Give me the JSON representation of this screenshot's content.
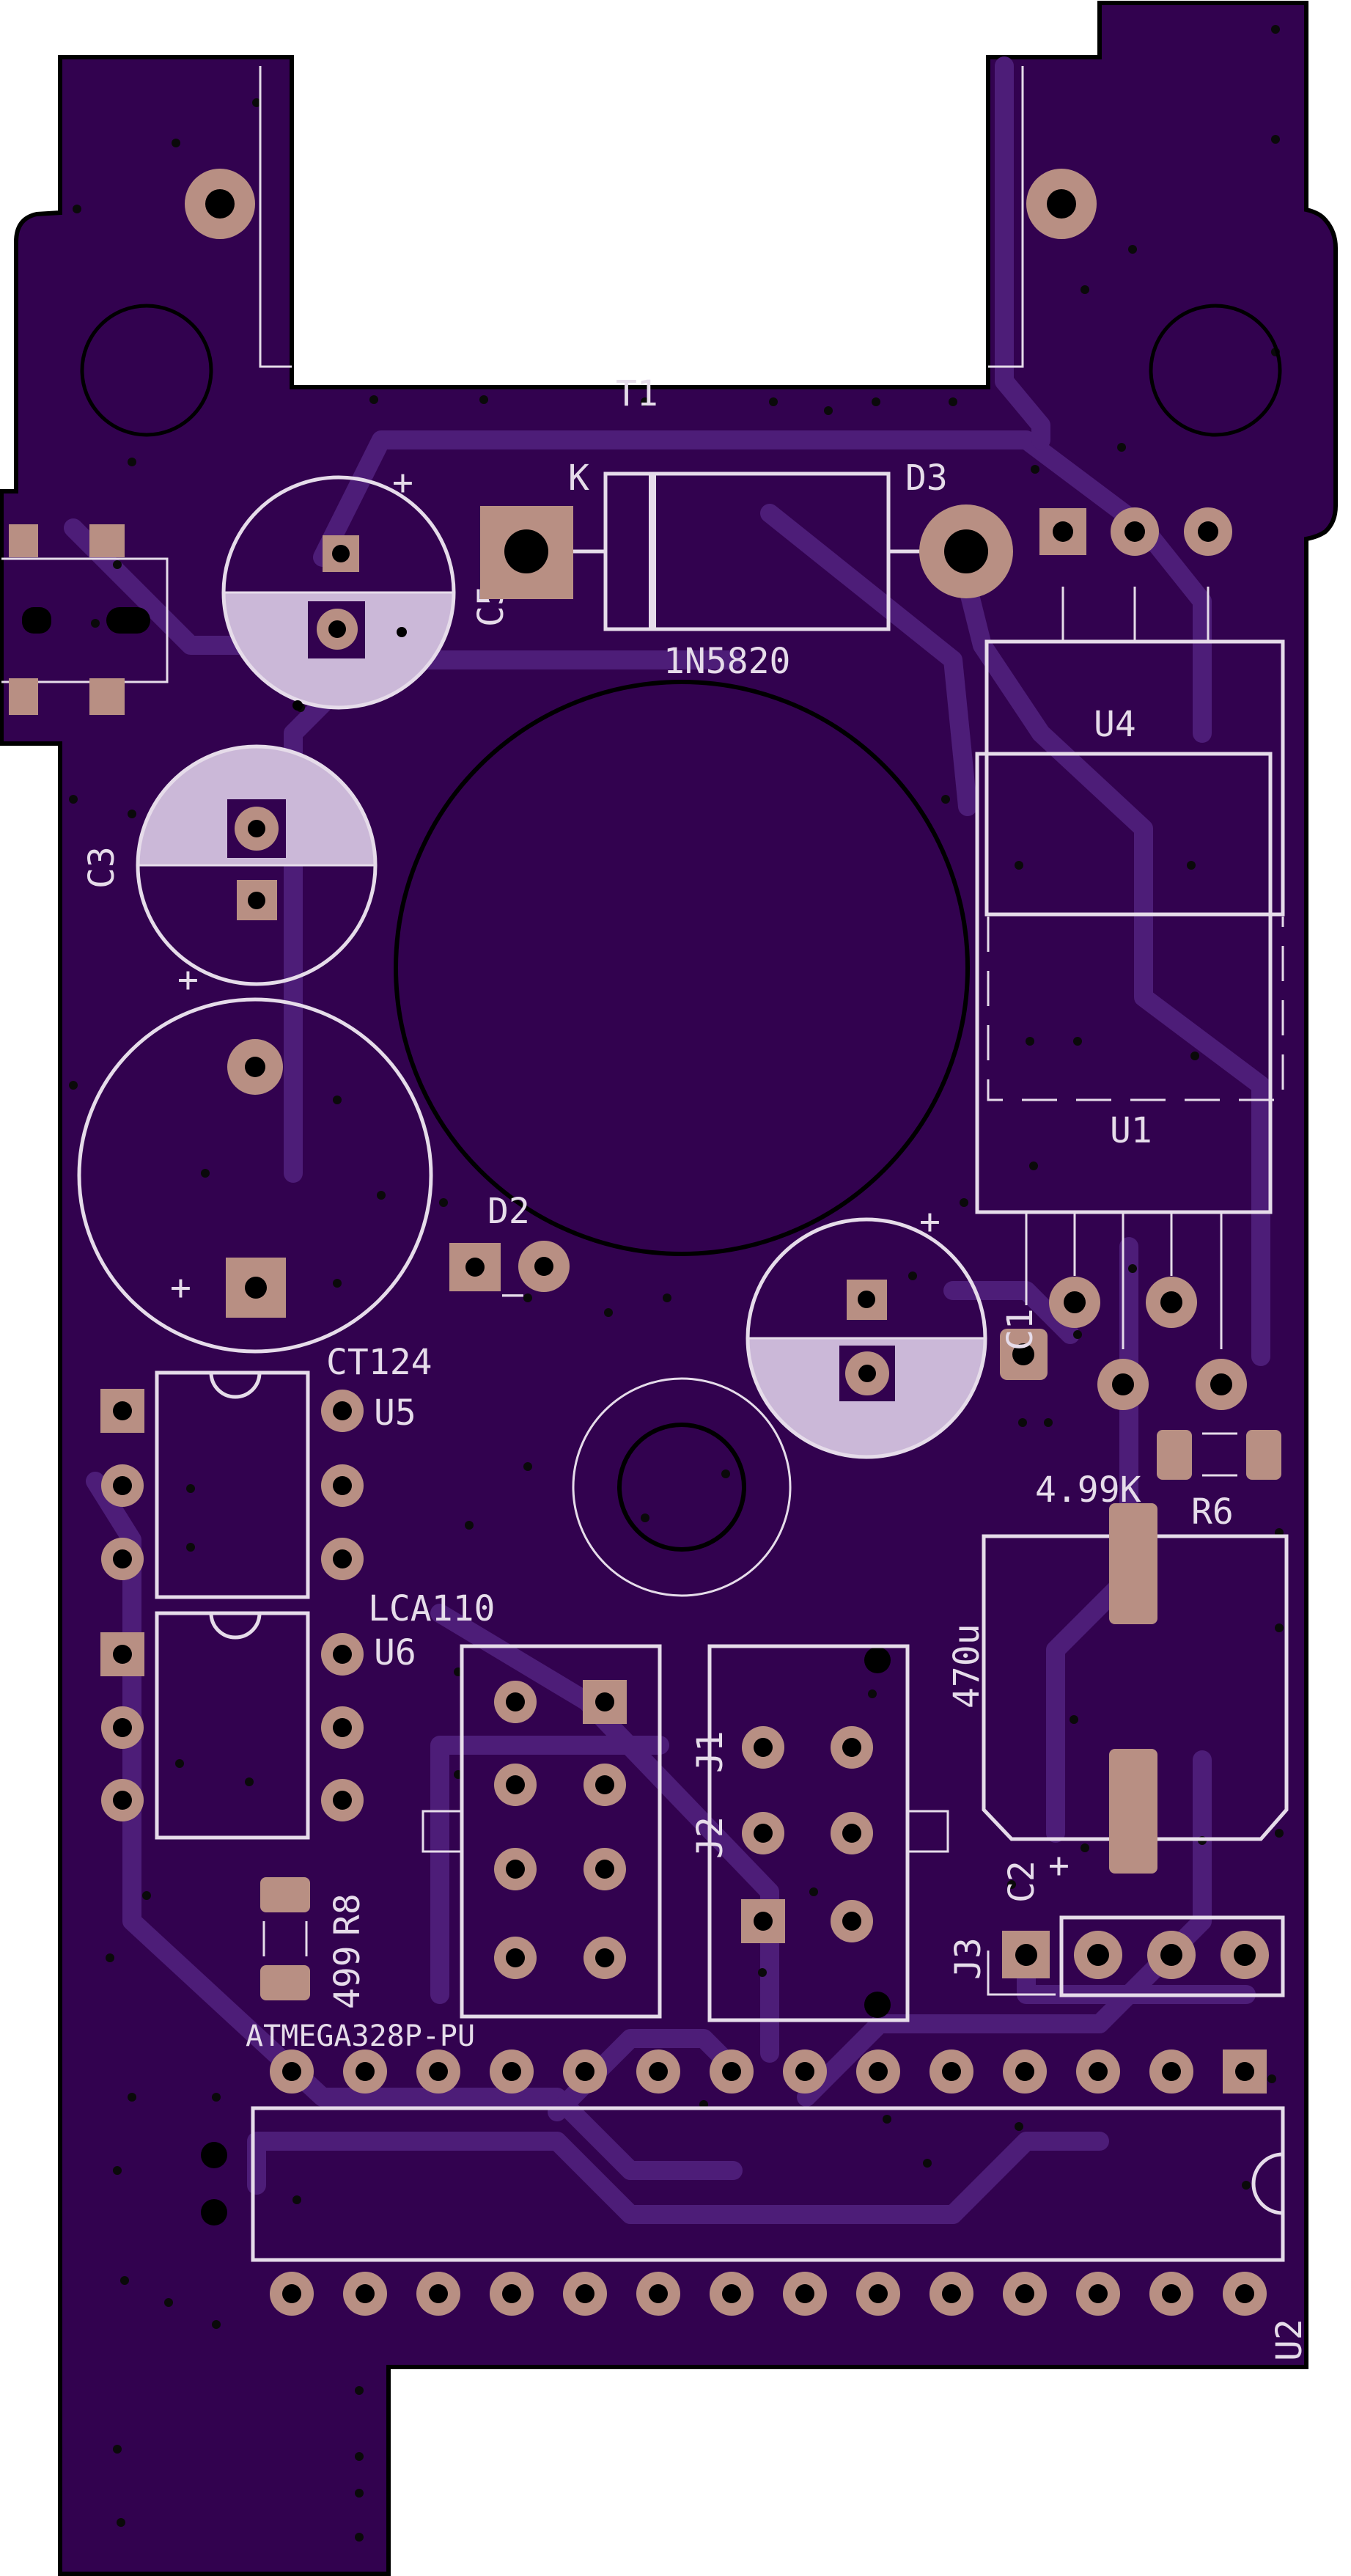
{
  "board": {
    "colors": {
      "board": "#32024f",
      "copper_pour": "#3a0a5c",
      "trace": "#4d1d78",
      "silkscreen": "#e6dcea",
      "pad": "#b88f83",
      "hole": "#000000",
      "outline": "#000000"
    }
  },
  "labels": {
    "t1": "T1",
    "k": "K",
    "d3": "D3",
    "c5": "C5",
    "d3_value": "1N5820",
    "u4": "U4",
    "c3": "C3",
    "u1": "U1",
    "d2": "D2",
    "c1": "C1",
    "ct124": "CT124",
    "u5": "U5",
    "r6_value": "4.99K",
    "r6": "R6",
    "lca110": "LCA110",
    "u6": "U6",
    "c2_value": "470u",
    "j1": "J1",
    "j2": "J2",
    "r8": "R8",
    "r8_value": "499",
    "c2": "C2",
    "j3": "J3",
    "u2_value": "ATMEGA328P-PU",
    "u2": "U2",
    "plus": "+",
    "minus": "–"
  }
}
